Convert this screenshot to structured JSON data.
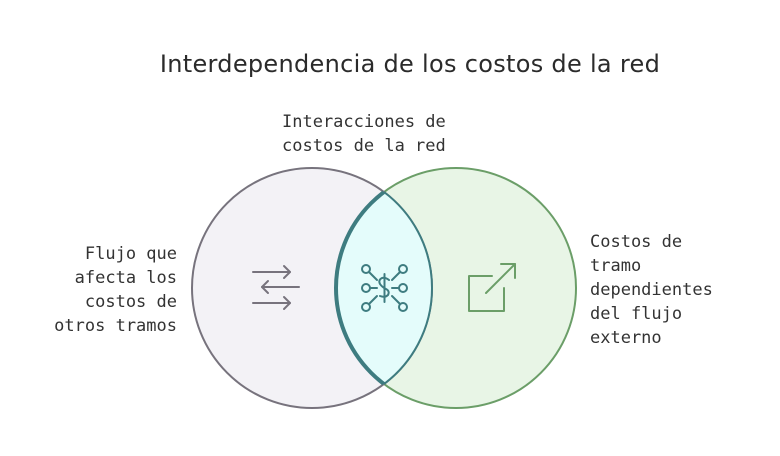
{
  "title": "Interdependencia de los costos de la red",
  "labels": {
    "top": "Interacciones de\ncostos de la red",
    "left": "Flujo que\nafecta los\ncostos de\notros tramos",
    "right": "Costos de\ntramo\ndependientes\ndel flujo\nexterno"
  },
  "icons": {
    "left": "arrows-exchange-icon",
    "center": "cost-network-icon",
    "right": "external-link-icon"
  },
  "colors": {
    "left_fill": "#f3f2f6",
    "left_stroke": "#77737d",
    "right_fill": "#e8f5e6",
    "right_stroke": "#6b9e68",
    "overlap_fill": "#e4fcfb",
    "overlap_stroke": "#3e7c80"
  }
}
